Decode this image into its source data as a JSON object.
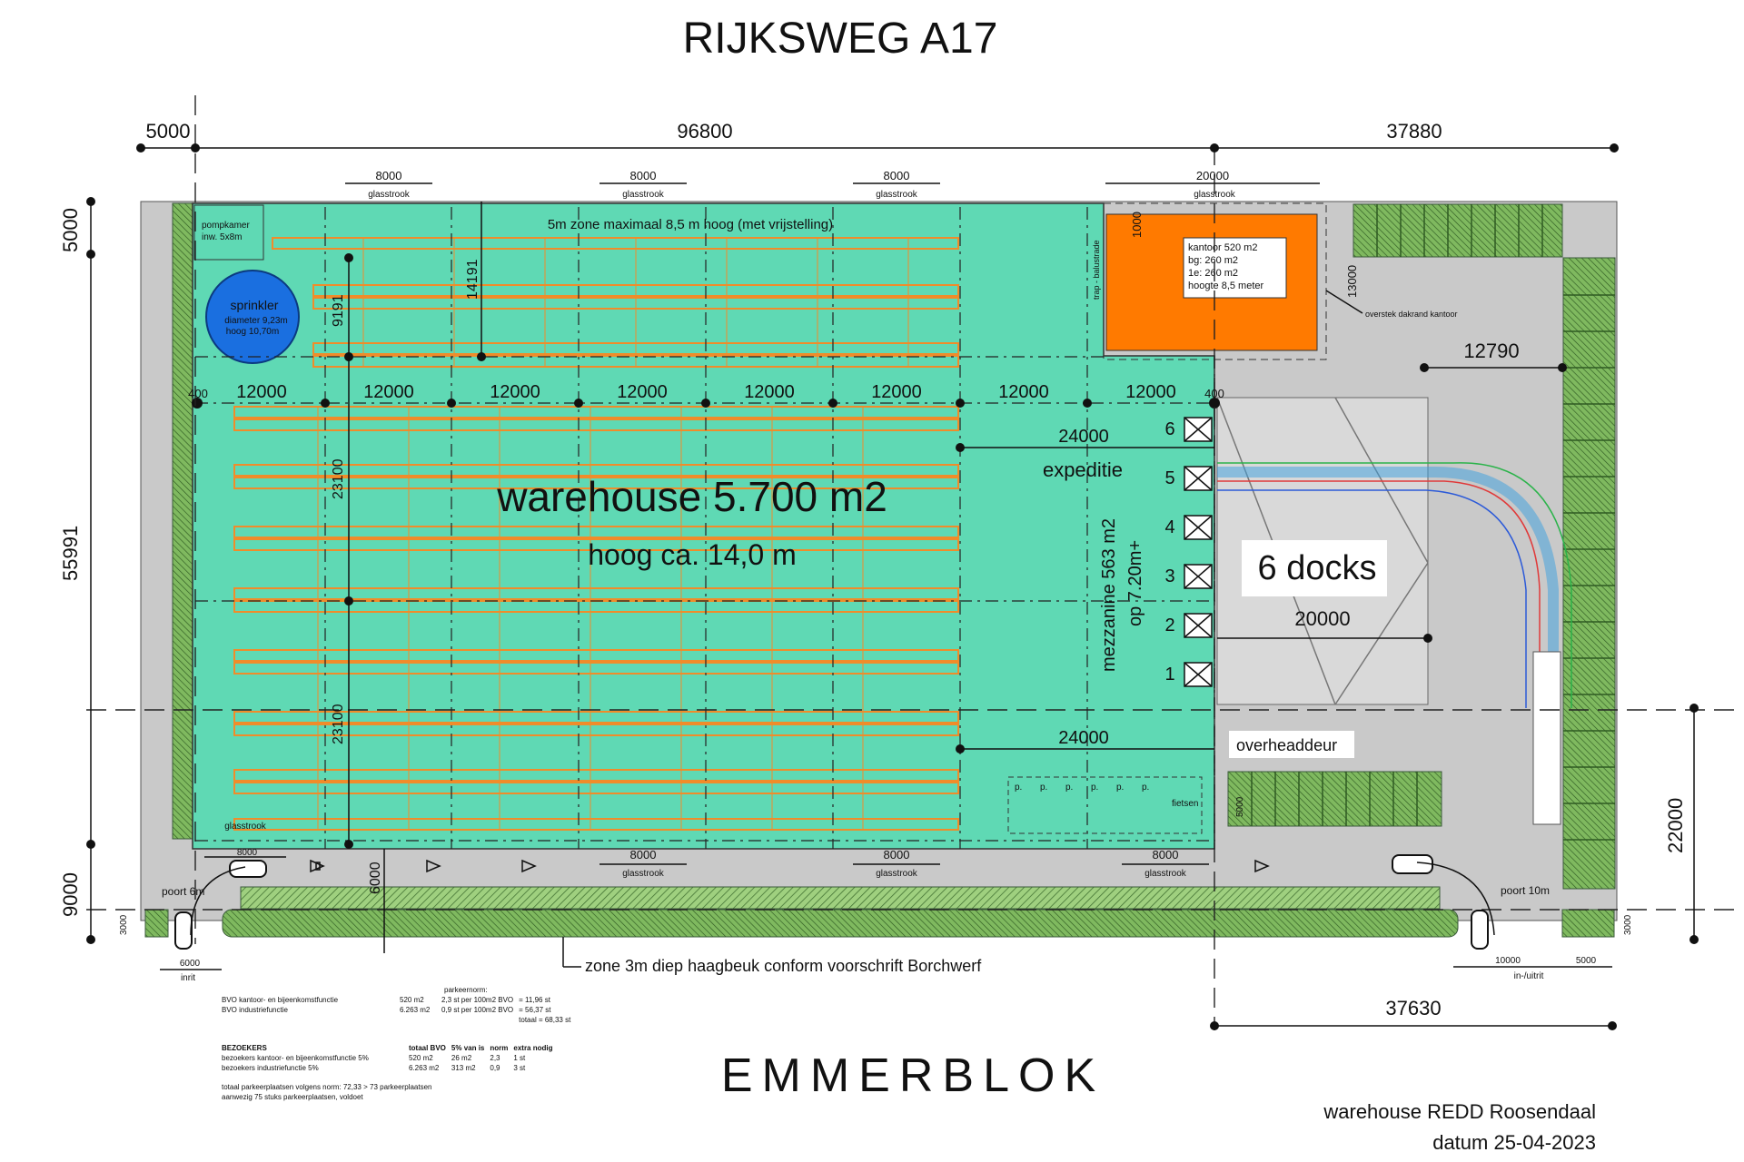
{
  "road_top": "RIJKSWEG A17",
  "road_bottom": "EMMERBLOK",
  "footer": {
    "project": "warehouse REDD Roosendaal",
    "date": "datum 25-04-2023"
  },
  "dims": {
    "top_left": "5000",
    "top_main": "96800",
    "top_right": "37880",
    "left_top": "5000",
    "left_main": "55991",
    "left_bottom": "9000",
    "right_22000": "22000",
    "bottom_37630": "37630",
    "right_12790": "12790",
    "docks_20000": "20000",
    "bay": "12000",
    "edge400": "400",
    "expeditie_24000": "24000",
    "bottom_24000": "24000",
    "col_23100": "23100",
    "col_14191": "14191",
    "col_9191": "9191",
    "gate_6000": "6000",
    "road_6000": "6000",
    "road_10000": "10000",
    "road_5000": "5000",
    "s8000": "8000",
    "s20000": "20000",
    "s1000": "1000",
    "s3000": "3000",
    "s13000": "13000",
    "s5000": "5000"
  },
  "labels": {
    "zone5m": "5m zone maximaal 8,5 m hoog (met vrijstelling)",
    "glasstrook": "glasstrook",
    "pompkamer": "pompkamer",
    "pompkamer_size": "inw. 5x8m",
    "sprinkler": "sprinkler",
    "sprinkler_d": "diameter 9,23m",
    "sprinkler_h": "hoog 10,70m",
    "kantoor": "kantoor 520 m2",
    "kantoor_bg": "bg: 260 m2",
    "kantoor_1e": "1e: 260 m2",
    "kantoor_h": "hoogte 8,5 meter",
    "trap": "trap - balustrade",
    "overstek": "overstek dakrand kantoor",
    "warehouse": "warehouse 5.700 m2",
    "hoog": "hoog ca. 14,0 m",
    "expeditie": "expeditie",
    "mezzanine": "mezzanine 563 m2",
    "mezzanine_h": "op 7.20m+",
    "docks": "6 docks",
    "overheaddeur": "overheaddeur",
    "fietsen": "fietsen",
    "parking_p": "p.",
    "poort6": "poort 6m",
    "poort10": "poort 10m",
    "inrit": "inrit",
    "inuitrit": "in-/uitrit",
    "haagbeuk": "zone 3m diep haagbeuk conform voorschrift Borchwerf",
    "dock_numbers": [
      "6",
      "5",
      "4",
      "3",
      "2",
      "1"
    ]
  },
  "legend": {
    "parkeernorm_title": "parkeernorm:",
    "rows": [
      [
        "BVO kantoor- en bijeenkomstfunctie",
        "520 m2",
        "2,3 st per 100m2 BVO",
        "= 11,96 st"
      ],
      [
        "BVO industriefunctie",
        "6.263 m2",
        "0,9 st per 100m2 BVO",
        "= 56,37 st"
      ],
      [
        "",
        "",
        "",
        "totaal = 68,33 st"
      ]
    ],
    "bezoekers_header": [
      "BEZOEKERS",
      "totaal BVO",
      "5% van is",
      "norm",
      "extra nodig"
    ],
    "bezoekers_rows": [
      [
        "bezoekers kantoor- en bijeenkomstfunctie 5%",
        "520 m2",
        "26 m2",
        "2,3",
        "1 st"
      ],
      [
        "bezoekers industriefunctie 5%",
        "6.263 m2",
        "313 m2",
        "0,9",
        "3 st"
      ]
    ],
    "totaal": "totaal parkeerplaatsen volgens norm:   72,33 > 73 parkeerplaatsen",
    "aanwezig": "aanwezig 75 stuks parkeerplaatsen, voldoet"
  },
  "colors": {
    "warehouse": "#5fd9b4",
    "office": "#ff7a00",
    "sprinkler": "#1a6fe0",
    "rack": "#f08c2a",
    "paving": "#c9c9c9",
    "green_strip": "#8cc56a"
  }
}
